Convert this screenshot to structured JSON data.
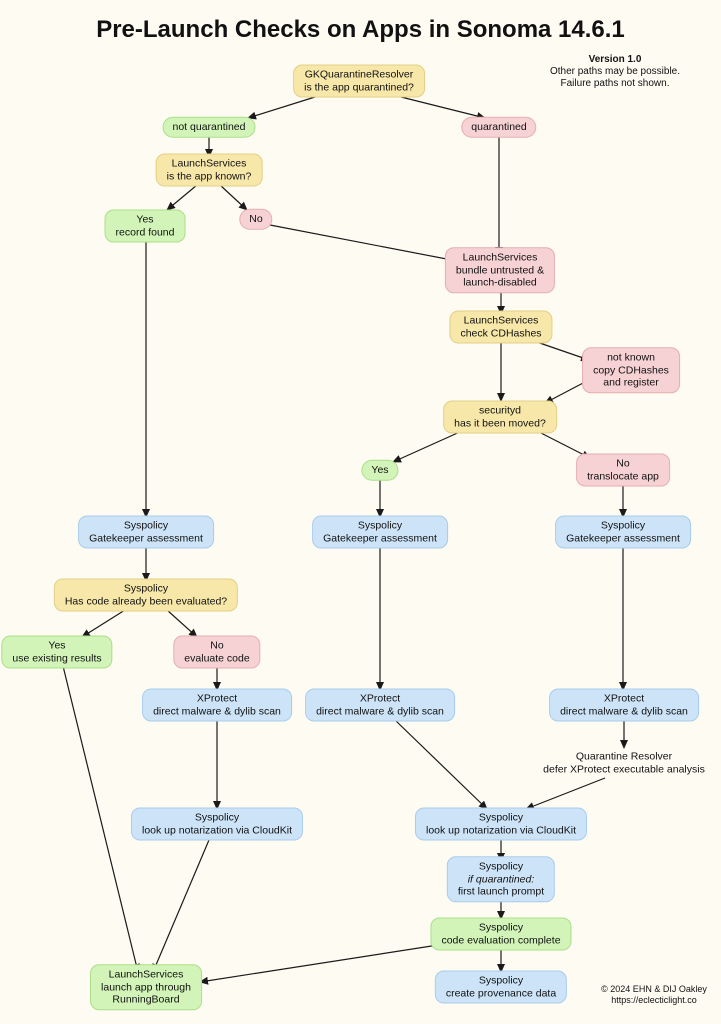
{
  "title": "Pre-Launch Checks on Apps in Sonoma 14.6.1",
  "version": {
    "heading": "Version 1.0",
    "line1": "Other paths may be possible.",
    "line2": "Failure paths not shown."
  },
  "copyright": {
    "line1": "© 2024 EHN & DIJ Oakley",
    "line2": "https://eclecticlight.co"
  },
  "colors": {
    "yellow": "#f7e7a9",
    "green": "#d2f4b8",
    "pink": "#f6d2d4",
    "blue": "#cde4f8",
    "background": "#fdfbf2"
  },
  "nodes": {
    "gk_resolver": [
      "GKQuarantineResolver",
      "is the app quarantined?"
    ],
    "not_quarantined": [
      "not quarantined"
    ],
    "quarantined": [
      "quarantined"
    ],
    "ls_known": [
      "LaunchServices",
      "is the app known?"
    ],
    "yes_record": [
      "Yes",
      "record found"
    ],
    "no_known": [
      "No"
    ],
    "ls_untrusted": [
      "LaunchServices",
      "bundle untrusted &",
      "launch-disabled"
    ],
    "ls_cdhashes": [
      "LaunchServices",
      "check CDHashes"
    ],
    "not_known_copy": [
      "not known",
      "copy CDHashes",
      "and register"
    ],
    "securityd": [
      "securityd",
      "has it been moved?"
    ],
    "yes_moved": [
      "Yes"
    ],
    "no_translocate": [
      "No",
      "translocate app"
    ],
    "sp_gk_left": [
      "Syspolicy",
      "Gatekeeper assessment"
    ],
    "sp_gk_mid": [
      "Syspolicy",
      "Gatekeeper assessment"
    ],
    "sp_gk_right": [
      "Syspolicy",
      "Gatekeeper assessment"
    ],
    "sp_evaluated": [
      "Syspolicy",
      "Has code already been evaluated?"
    ],
    "yes_existing": [
      "Yes",
      "use existing results"
    ],
    "no_evaluate": [
      "No",
      "evaluate code"
    ],
    "xp_left": [
      "XProtect",
      "direct malware & dylib scan"
    ],
    "xp_mid": [
      "XProtect",
      "direct malware & dylib scan"
    ],
    "xp_right": [
      "XProtect",
      "direct malware & dylib scan"
    ],
    "quarantine_resolver": [
      "Quarantine Resolver",
      "defer XProtect executable analysis"
    ],
    "sp_notar_left": [
      "Syspolicy",
      "look up notarization via CloudKit"
    ],
    "sp_notar_mid": [
      "Syspolicy",
      "look up notarization via CloudKit"
    ],
    "sp_first_launch": [
      "Syspolicy",
      "if quarantined:",
      "first launch prompt"
    ],
    "sp_code_eval": [
      "Syspolicy",
      "code evaluation complete"
    ],
    "ls_launch": [
      "LaunchServices",
      "launch app through",
      "RunningBoard"
    ],
    "sp_provenance": [
      "Syspolicy",
      "create provenance data"
    ]
  }
}
